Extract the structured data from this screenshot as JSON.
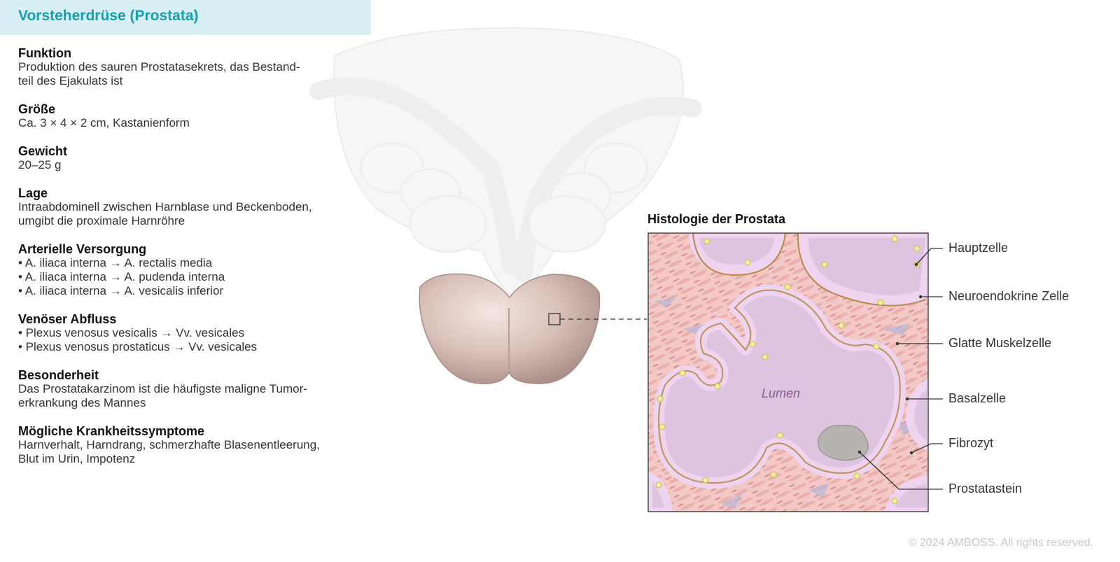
{
  "title": "Vorsteherdrüse (Prostata)",
  "sections": [
    {
      "heading": "Funktion",
      "lines": [
        "Produktion des sauren Prostatasekrets, das Bestand-",
        "teil des Ejakulats ist"
      ]
    },
    {
      "heading": "Größe",
      "lines": [
        "Ca. 3 × 4 × 2 cm, Kastanienform"
      ]
    },
    {
      "heading": "Gewicht",
      "lines": [
        "20–25 g"
      ]
    },
    {
      "heading": "Lage",
      "lines": [
        "Intraabdominell zwischen Harnblase und Beckenboden,",
        "umgibt die proximale Harnröhre"
      ]
    },
    {
      "heading": "Arterielle Versorgung",
      "lines": [
        "• A. iliaca interna → A. rectalis media",
        "• A. iliaca interna → A. pudenda interna",
        "• A. iliaca interna → A. vesicalis inferior"
      ]
    },
    {
      "heading": "Venöser Abfluss",
      "lines": [
        "• Plexus venosus vesicalis → Vv. vesicales",
        "• Plexus venosus prostaticus → Vv. vesicales"
      ]
    },
    {
      "heading": "Besonderheit",
      "lines": [
        "Das Prostatakarzinom ist die häufigste maligne Tumor-",
        "erkrankung des Mannes"
      ]
    },
    {
      "heading": "Mögliche Krankheitssymptome",
      "lines": [
        "Harnverhalt, Harndrang, schmerzhafte Blasenentleerung,",
        "Blut im Urin, Impotenz"
      ]
    }
  ],
  "histology": {
    "title": "Histologie der Prostata",
    "lumen": "Lumen",
    "labels": [
      "Hauptzelle",
      "Neuroendokrine Zelle",
      "Glatte Muskelzelle",
      "Basalzelle",
      "Fibrozyt",
      "Prostatastein"
    ]
  },
  "copyright": "© 2024 AMBOSS. All rights reserved.",
  "colors": {
    "title_bar": "#d8eff3",
    "title_text": "#14a0b0",
    "prostata": "#cdb3aa",
    "stroma": "#f3c8c6",
    "lumen": "#dfc4e2",
    "epithel": "#eed4ee",
    "basal": "#b88a4a",
    "neuroendocrine": "#f2ef9a"
  }
}
